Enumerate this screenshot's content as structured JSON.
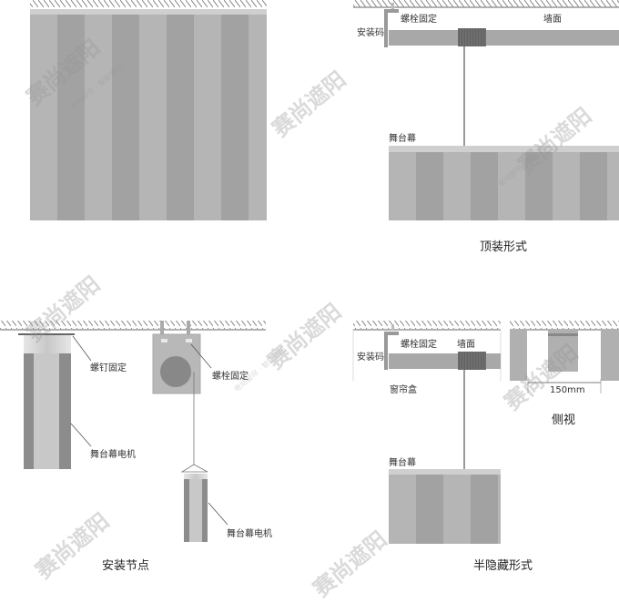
{
  "watermark": {
    "brand": "赛尚遮阳",
    "slogan": "电动窗帘 · 智能遮阳",
    "logo_text": "Sun Shade"
  },
  "top_mount": {
    "caption": "顶装形式",
    "bolt_label": "螺栓固定",
    "wall_label": "墙面",
    "bracket_label": "安装码",
    "curtain_label": "舞台幕"
  },
  "install_nodes": {
    "caption": "安装节点",
    "screw_label": "螺钉固定",
    "motor_label_1": "舞台幕电机",
    "bolt_label": "螺栓固定",
    "motor_label_2": "舞台幕电机"
  },
  "semi_hidden": {
    "caption": "半隐藏形式",
    "bolt_label": "螺栓固定",
    "wall_label": "墙面",
    "bracket_label": "安装码",
    "box_label": "窗帘盒",
    "curtain_label": "舞台幕",
    "side_view_caption": "侧视",
    "dimension": "150mm"
  },
  "colors": {
    "stripe_light": "#b5b5b5",
    "stripe_dark": "#a2a2a2",
    "motor": "#6e6e6e",
    "bar": "#a8a8a8"
  }
}
